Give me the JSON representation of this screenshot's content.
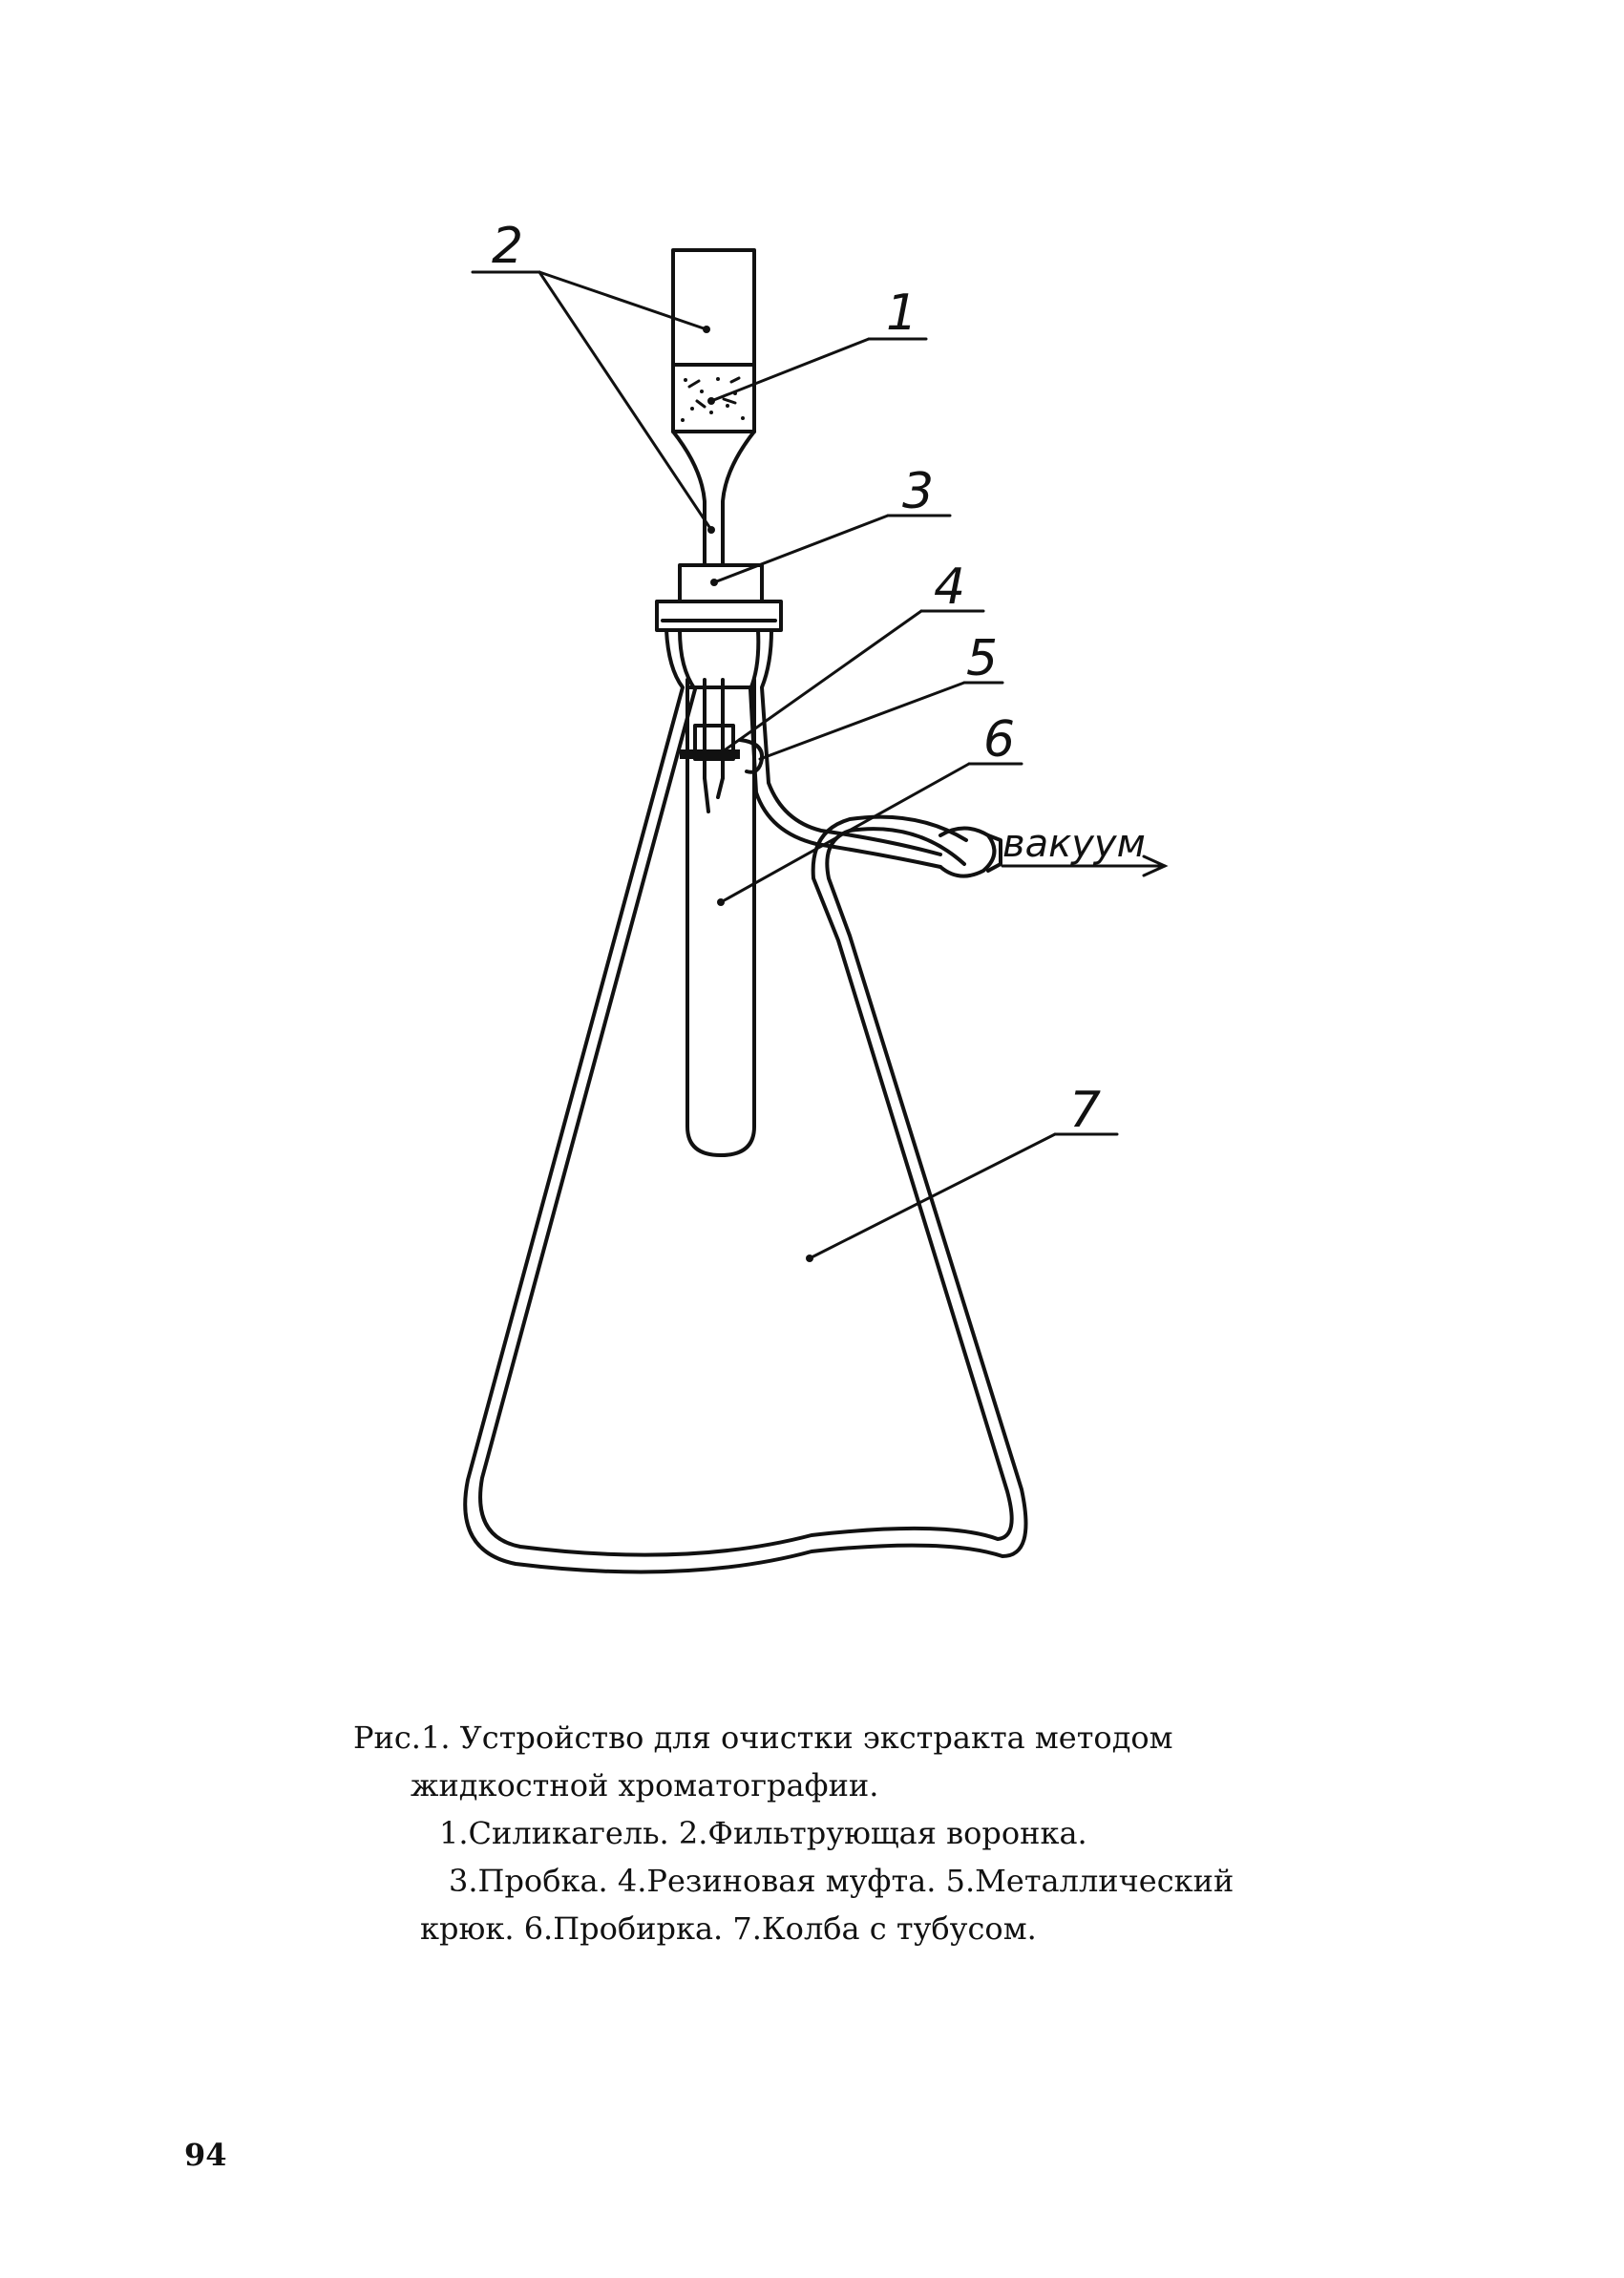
{
  "figure": {
    "labels": {
      "l1": "1",
      "l2": "2",
      "l3": "3",
      "l4": "4",
      "l5": "5",
      "l6": "6",
      "l7": "7",
      "vacuum": "вакуум"
    }
  },
  "caption": {
    "line1": "Рис.1. Устройство для очистки экстракта методом",
    "line2": "жидкостной хроматографии.",
    "line3": "1.Силикагель. 2.Фильтрующая воронка.",
    "line4": "3.Пробка. 4.Резиновая муфта. 5.Металлический",
    "line5": "крюк. 6.Пробирка. 7.Колба с тубусом."
  },
  "page": {
    "number": "94"
  }
}
